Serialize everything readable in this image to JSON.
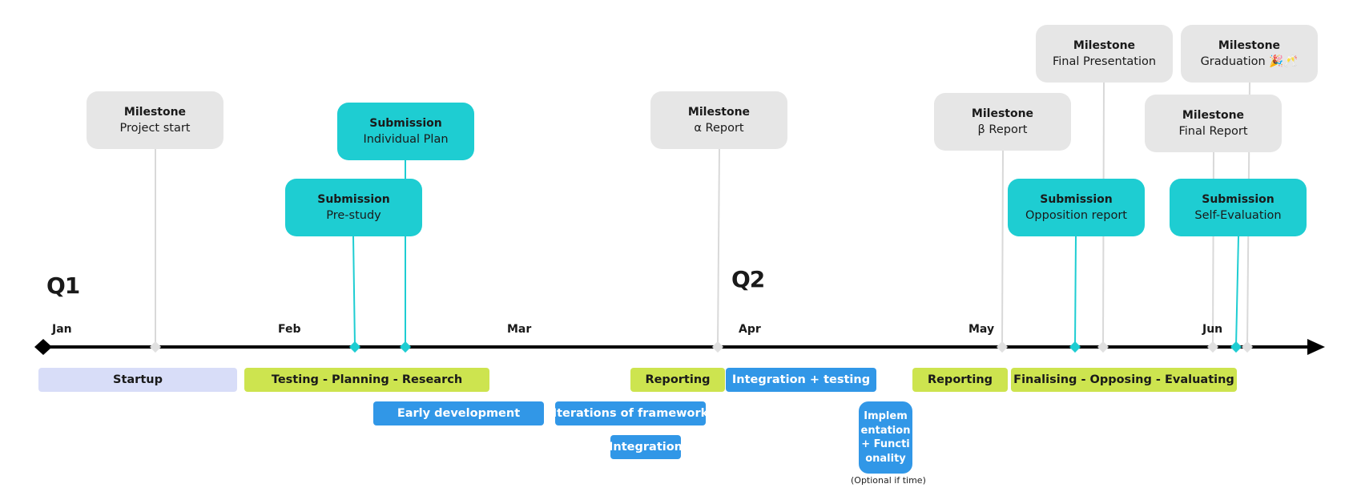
{
  "colors": {
    "milestone": "#e6e6e6",
    "submission": "#1ecdd2",
    "phase_lavender": "#d8ddf8",
    "phase_lime": "#cde44f",
    "dev_blue": "#3197e7",
    "axis": "#000000"
  },
  "quarters": [
    "Q1",
    "Q2"
  ],
  "months": [
    "Jan",
    "Feb",
    "Mar",
    "Apr",
    "May",
    "Jun"
  ],
  "callouts": [
    {
      "kind": "Milestone",
      "title": "Project start"
    },
    {
      "kind": "Submission",
      "title": "Individual Plan"
    },
    {
      "kind": "Submission",
      "title": "Pre-study"
    },
    {
      "kind": "Milestone",
      "title": "α Report"
    },
    {
      "kind": "Milestone",
      "title": "β Report"
    },
    {
      "kind": "Milestone",
      "title": "Final Presentation"
    },
    {
      "kind": "Milestone",
      "title": "Graduation 🎉🥂"
    },
    {
      "kind": "Milestone",
      "title": "Final Report"
    },
    {
      "kind": "Submission",
      "title": "Opposition report"
    },
    {
      "kind": "Submission",
      "title": "Self-Evaluation"
    }
  ],
  "phases": [
    {
      "label": "Startup"
    },
    {
      "label": "Testing - Planning - Research"
    },
    {
      "label": "Reporting"
    },
    {
      "label": "Integration + testing"
    },
    {
      "label": "Reporting"
    },
    {
      "label": "Finalising - Opposing - Evaluating"
    }
  ],
  "dev_tasks": [
    {
      "label": "Early development"
    },
    {
      "label": "Iterations of framework"
    },
    {
      "label": "Integration"
    },
    {
      "label": "Implementation + Functionality",
      "note": "(Optional if time)"
    }
  ]
}
